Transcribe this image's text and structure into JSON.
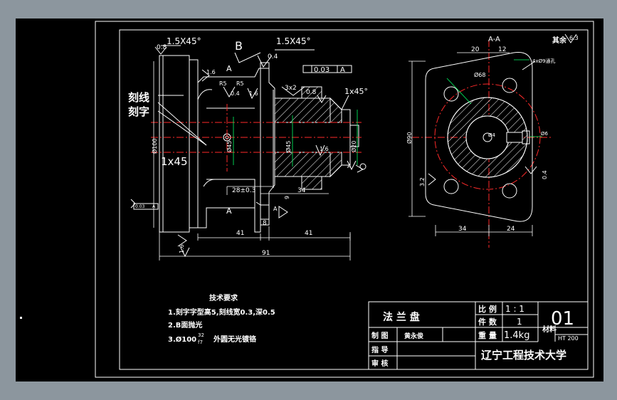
{
  "colors": {
    "background": "#8c969e",
    "viewport": "#000000",
    "line": "#ffffff",
    "centerline": "#ff2a2a",
    "dimension": "#00ff66",
    "symbol": "#ffff00"
  },
  "drawing": {
    "section_label": "A-A",
    "roughness_note": "其余",
    "roughness_note_value": "6.3",
    "engrave_line": "刻线",
    "engrave_text": "刻字",
    "view_letter_b": "B",
    "view_letter_a_top": "A",
    "view_letter_a_bottom": "A",
    "section_letter_a1": "A",
    "section_letter_a2": "A",
    "chamfer_left": "1.5X45°",
    "chamfer_right": "1.5X45°",
    "chamfer_small": "1x45°",
    "chamfer_big": "1x45",
    "tolerance_value": "0.03",
    "tolerance_datum": "A",
    "tolerance_datum_left": "A",
    "tolerance_left": "0.03",
    "rough_08a": "0.8",
    "rough_08b": "0.8",
    "rough_04a": "0.4",
    "rough_04b": "0.4",
    "rough_16a": "1.6",
    "rough_16b": "1.6",
    "rough_16c": "1.6",
    "rough_32": "3.2",
    "rough_04c": "0.4",
    "r5": "R5",
    "dim_3x2": "3x2",
    "dim_dia100": "Ø100",
    "dim_dia45a": "Ø45",
    "dim_dia45b": "Ø45",
    "dim_dia20": "Ø20",
    "dim_28": "28±0.3",
    "dim_34a": "34",
    "dim_9": "9",
    "dim_8": "8",
    "dim_41a": "41",
    "dim_41b": "41",
    "dim_91": "91",
    "dim_20": "20",
    "dim_12": "12",
    "dim_dia68": "Ø68",
    "dim_holes": "4xØ9通孔",
    "dim_dia90": "Ø90",
    "dim_dia4": "Ø4",
    "dim_dia6": "Ø6",
    "dim_34b": "34",
    "dim_24": "24"
  },
  "requirements": {
    "title": "技术要求",
    "items": [
      "1.刻字字型高5,刻线宽0.3,深0.5",
      "2.B面抛光",
      "3.Ø100",
      "外圆无光镀铬"
    ],
    "fraction_top": "32",
    "fraction_bottom": "f7"
  },
  "titleblock": {
    "part_name": "法  兰  盘",
    "scale_label": "比 例",
    "scale_value": "1 : 1",
    "qty_label": "件 数",
    "qty_value": "1",
    "weight_label": "重 量",
    "weight_value": "1.4kg",
    "drawing_no": "01",
    "material_label": "材料",
    "material_value": "HT 200",
    "drawn_label": "制 图",
    "drawn_name": "黄永俊",
    "guide_label": "指 导",
    "review_label": "审 核",
    "school": "辽宁工程技术大学"
  }
}
